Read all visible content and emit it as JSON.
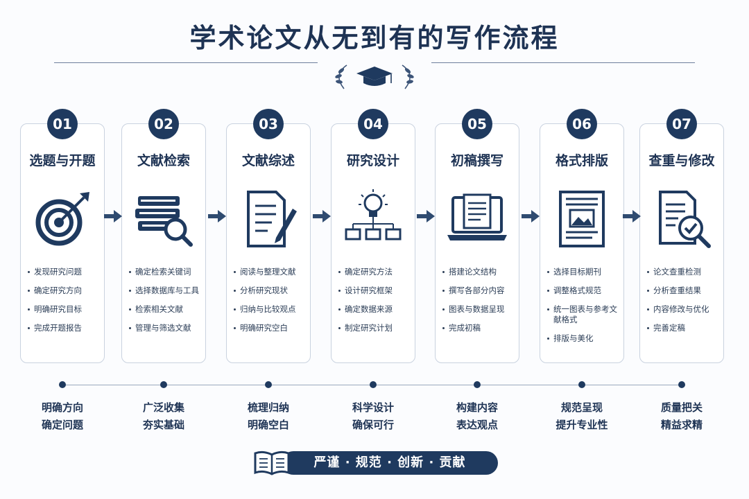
{
  "title": "学术论文从无到有的写作流程",
  "colors": {
    "primary": "#1f3a5f",
    "line": "#9aa8bc",
    "card_border": "#c9d2df"
  },
  "emblem_icon": "graduation-cap-laurel-icon",
  "steps": [
    {
      "num": "01",
      "title": "选题与开题",
      "icon": "target-arrow-icon",
      "items": [
        "发现研究问题",
        "确定研究方向",
        "明确研究目标",
        "完成开题报告"
      ],
      "phrase": [
        "明确方向",
        "确定问题"
      ]
    },
    {
      "num": "02",
      "title": "文献检索",
      "icon": "books-magnifier-icon",
      "items": [
        "确定检索关键词",
        "选择数据库与工具",
        "检索相关文献",
        "管理与筛选文献"
      ],
      "phrase": [
        "广泛收集",
        "夯实基础"
      ]
    },
    {
      "num": "03",
      "title": "文献综述",
      "icon": "document-pen-icon",
      "items": [
        "阅读与整理文献",
        "分析研究现状",
        "归纳与比较观点",
        "明确研究空白"
      ],
      "phrase": [
        "梳理归纳",
        "明确空白"
      ]
    },
    {
      "num": "04",
      "title": "研究设计",
      "icon": "lightbulb-hierarchy-icon",
      "items": [
        "确定研究方法",
        "设计研究框架",
        "确定数据来源",
        "制定研究计划"
      ],
      "phrase": [
        "科学设计",
        "确保可行"
      ]
    },
    {
      "num": "05",
      "title": "初稿撰写",
      "icon": "laptop-document-icon",
      "items": [
        "搭建论文结构",
        "撰写各部分内容",
        "图表与数据呈现",
        "完成初稿"
      ],
      "phrase": [
        "构建内容",
        "表达观点"
      ]
    },
    {
      "num": "06",
      "title": "格式排版",
      "icon": "document-image-icon",
      "items": [
        "选择目标期刊",
        "调整格式规范",
        "统一图表与参考文献格式",
        "排版与美化"
      ],
      "phrase": [
        "规范呈现",
        "提升专业性"
      ]
    },
    {
      "num": "07",
      "title": "查重与修改",
      "icon": "document-check-magnifier-icon",
      "items": [
        "论文查重检测",
        "分析查重结果",
        "内容修改与优化",
        "完善定稿"
      ],
      "phrase": [
        "质量把关",
        "精益求精"
      ]
    }
  ],
  "banner": {
    "text": "严谨 · 规范 · 创新 · 贡献",
    "icon": "open-book-icon"
  }
}
